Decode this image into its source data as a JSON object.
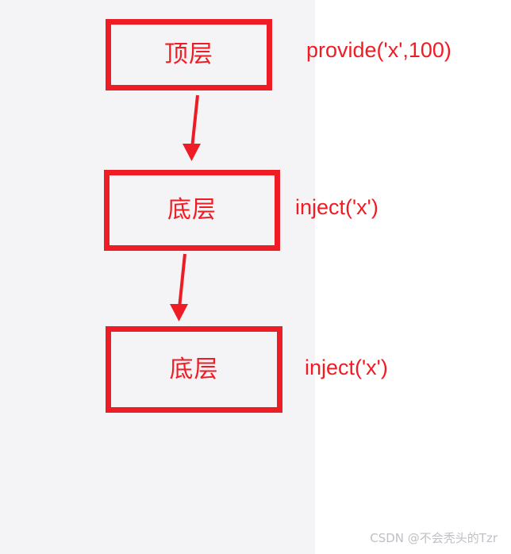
{
  "diagram": {
    "title": "provide/inject hierarchy diagram",
    "background": {
      "left_panel_color": "#f4f4f6",
      "right_panel_color": "#ffffff"
    },
    "accent_color": "#ee1c25",
    "nodes": [
      {
        "id": "top",
        "label": "顶层",
        "side_label": "provide('x',100)"
      },
      {
        "id": "middle",
        "label": "底层",
        "side_label": "inject('x')"
      },
      {
        "id": "bottom",
        "label": "底层",
        "side_label": "inject('x')"
      }
    ],
    "connectors": [
      {
        "id": "arrow-top-to-middle",
        "from": "top",
        "to": "middle",
        "style": "solid-arrow-down"
      },
      {
        "id": "arrow-middle-to-bottom",
        "from": "middle",
        "to": "bottom",
        "style": "solid-arrow-down"
      }
    ]
  },
  "watermark": {
    "text": "CSDN @不会秃头的Tzr",
    "color": "#bfc0c4"
  }
}
